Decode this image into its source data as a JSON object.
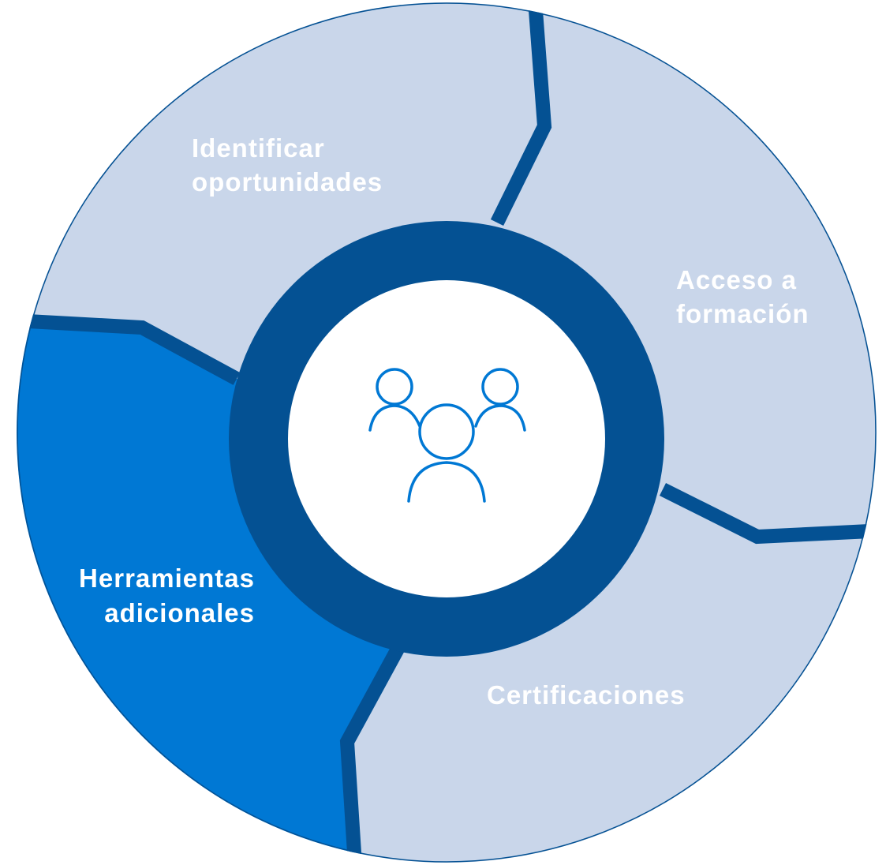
{
  "colors": {
    "segment_light": "#c9d6ea",
    "segment_active": "#0078d4",
    "divider": "#045193",
    "ring": "#045193",
    "hub": "#ffffff",
    "icon_stroke": "#0078d4",
    "label_on_light": "#ffffff",
    "label_on_active": "#ffffff"
  },
  "hub": {
    "icon": "people-group-icon"
  },
  "segments": [
    {
      "id": "identificar",
      "lines": [
        "Identificar",
        "oportunidades"
      ],
      "active": false
    },
    {
      "id": "acceso",
      "lines": [
        "Acceso a",
        "formación"
      ],
      "active": false
    },
    {
      "id": "certificaciones",
      "lines": [
        "Certificaciones"
      ],
      "active": false
    },
    {
      "id": "herramientas",
      "lines": [
        "Herramientas",
        "adicionales"
      ],
      "active": true
    }
  ]
}
